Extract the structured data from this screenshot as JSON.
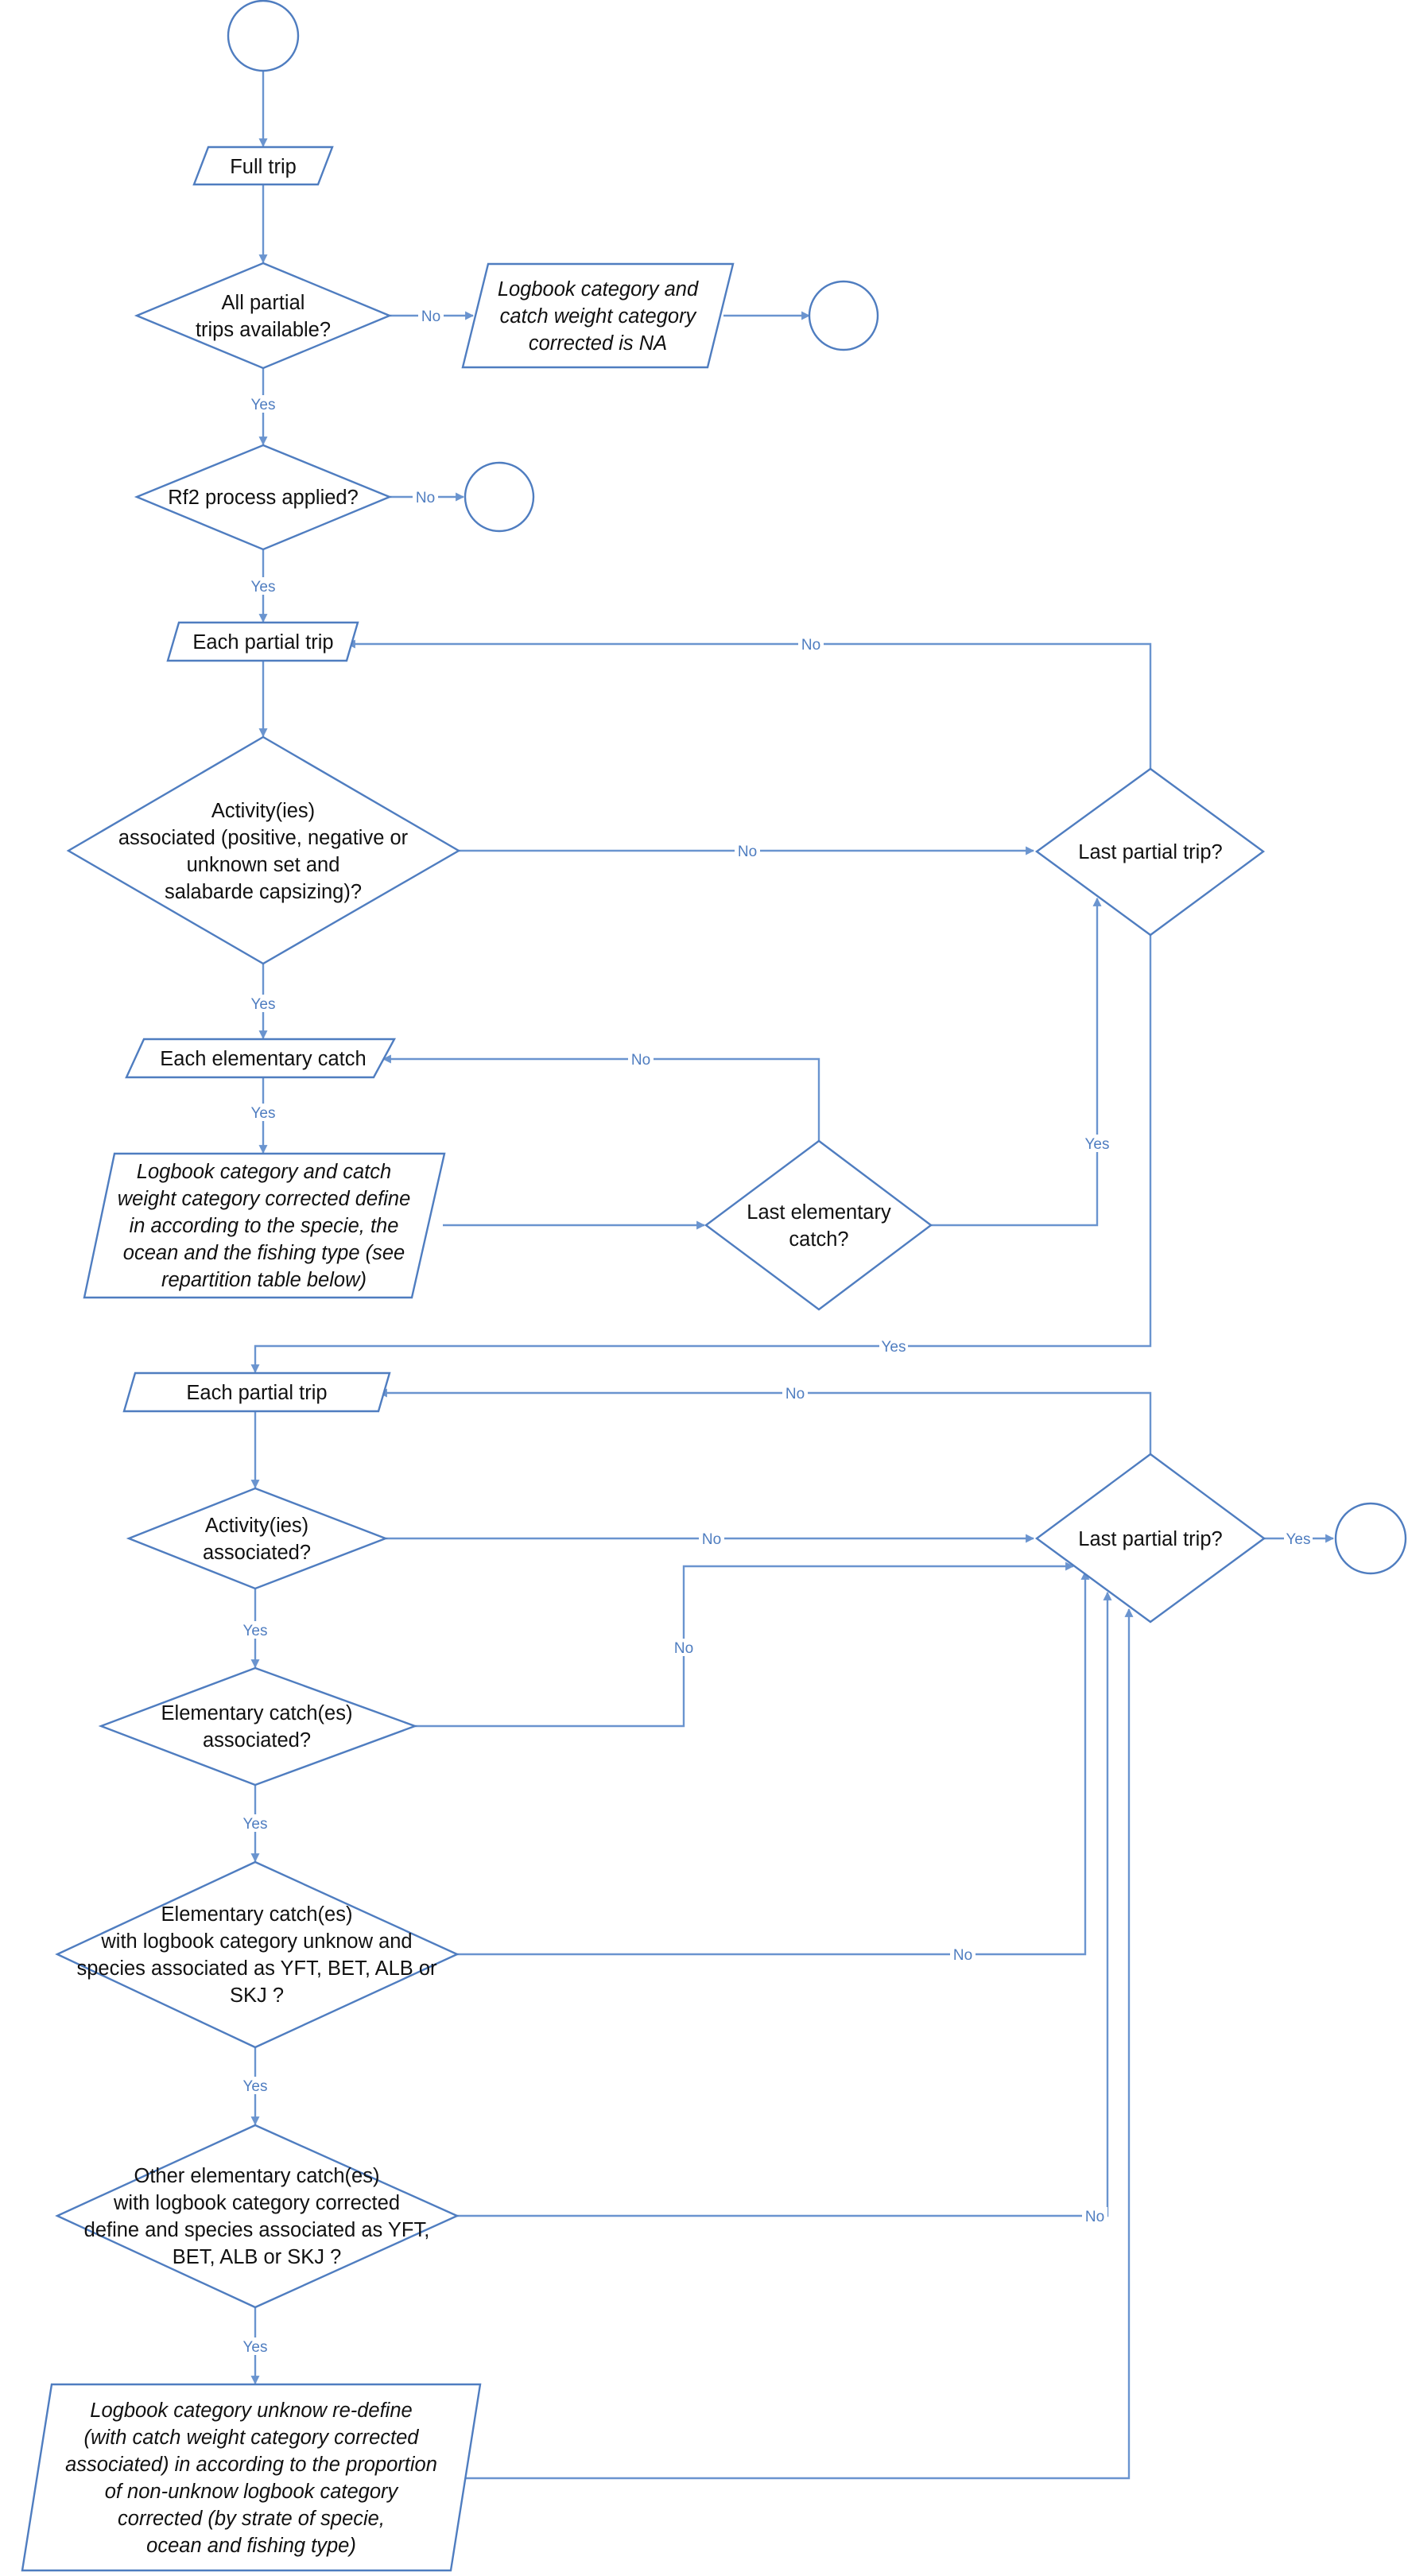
{
  "nodes": {
    "full_trip": [
      "Full trip"
    ],
    "q_partial_available": [
      "All partial",
      "trips available?"
    ],
    "logbook_na": [
      "Logbook category and",
      "catch weight category",
      "corrected is NA"
    ],
    "q_rf2": [
      "Rf2 process applied?"
    ],
    "each_partial_1": [
      "Each partial trip"
    ],
    "q_activity_1": [
      "Activity(ies)",
      "associated (positive, negative or",
      "unknown set and",
      "salabarde capsizing)?"
    ],
    "last_partial_1": [
      "Last partial trip?"
    ],
    "each_elementary": [
      "Each elementary catch"
    ],
    "logbook_define": [
      "Logbook category and catch",
      "weight category corrected define",
      "in according to the specie, the",
      "ocean and the fishing type (see",
      "repartition table below)"
    ],
    "q_last_elementary": [
      "Last elementary",
      "catch?"
    ],
    "each_partial_2": [
      "Each partial trip"
    ],
    "q_activity_2": [
      "Activity(ies)",
      "associated?"
    ],
    "last_partial_2": [
      "Last partial trip?"
    ],
    "q_elementary_assoc": [
      "Elementary catch(es)",
      "associated?"
    ],
    "q_logbook_unknown": [
      "Elementary catch(es)",
      "with logbook category unknow and",
      "species associated as YFT, BET, ALB or",
      "SKJ ?"
    ],
    "q_other_elementary": [
      "Other elementary catch(es)",
      "with logbook category corrected",
      "define and species associated as YFT,",
      "BET, ALB or SKJ ?"
    ],
    "logbook_redefine": [
      "Logbook category unknow re-define",
      "(with catch weight category corrected",
      "associated) in according to the proportion",
      "of non-unknow logbook category",
      "corrected (by strate of specie,",
      "ocean and fishing type)"
    ]
  },
  "edge_labels": {
    "yes": "Yes",
    "no": "No"
  },
  "colors": {
    "stroke": "#4f7dc0",
    "connector": "#6a94cf",
    "text": "#111111"
  }
}
